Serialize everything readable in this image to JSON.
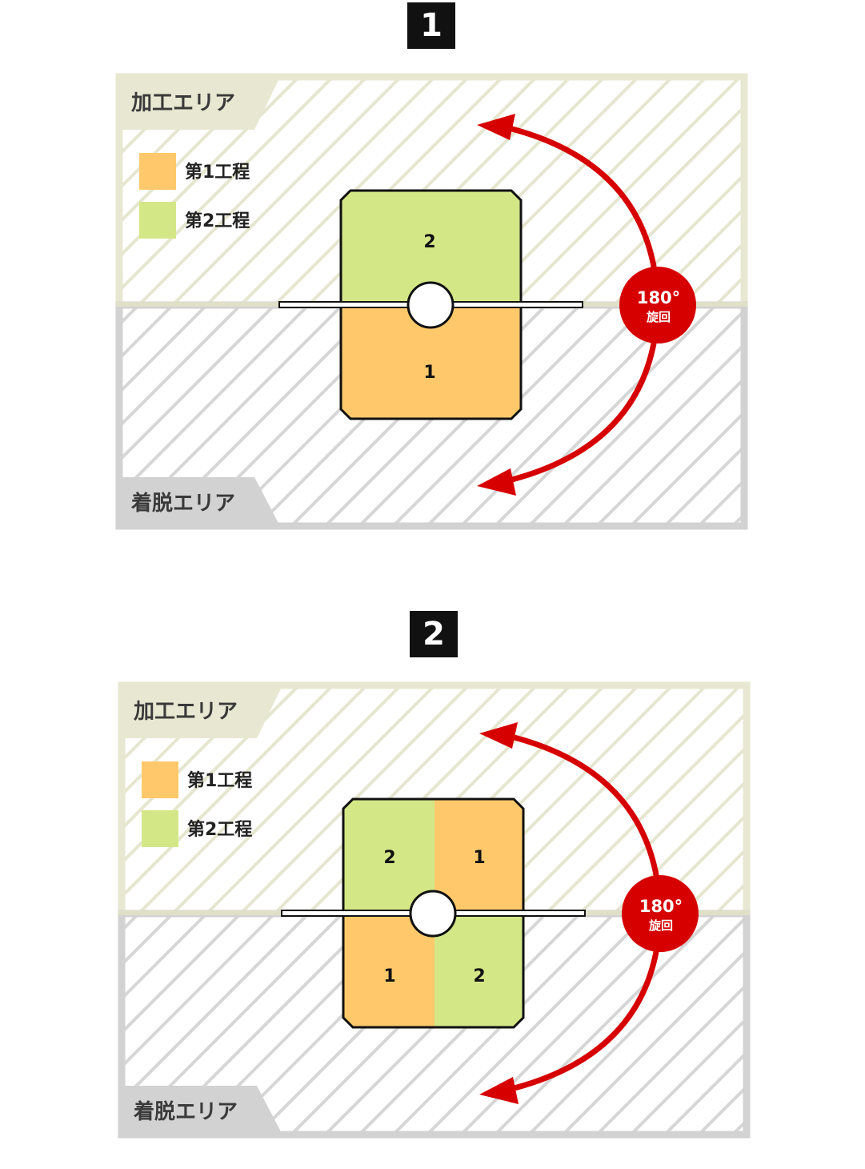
{
  "colors": {
    "processing_zone": "#e8e8d2",
    "loading_zone": "#d2d2d2",
    "step1": "#ffc96b",
    "step2": "#d4e787",
    "arrow": "#d60000"
  },
  "panels": [
    {
      "step": "1",
      "processing_area_label": "加工エリア",
      "loading_area_label": "着脱エリア",
      "legend": [
        {
          "label": "第1工程",
          "color": "#ffc96b"
        },
        {
          "label": "第2工程",
          "color": "#d4e787"
        }
      ],
      "cells": {
        "top_left": "2",
        "bottom_left": "1"
      },
      "rotation": {
        "angle": "180°",
        "label": "旋回"
      }
    },
    {
      "step": "2",
      "processing_area_label": "加工エリア",
      "loading_area_label": "着脱エリア",
      "legend": [
        {
          "label": "第1工程",
          "color": "#ffc96b"
        },
        {
          "label": "第2工程",
          "color": "#d4e787"
        }
      ],
      "cells": {
        "top_left": "2",
        "top_right": "1",
        "bottom_left": "1",
        "bottom_right": "2"
      },
      "rotation": {
        "angle": "180°",
        "label": "旋回"
      }
    }
  ]
}
